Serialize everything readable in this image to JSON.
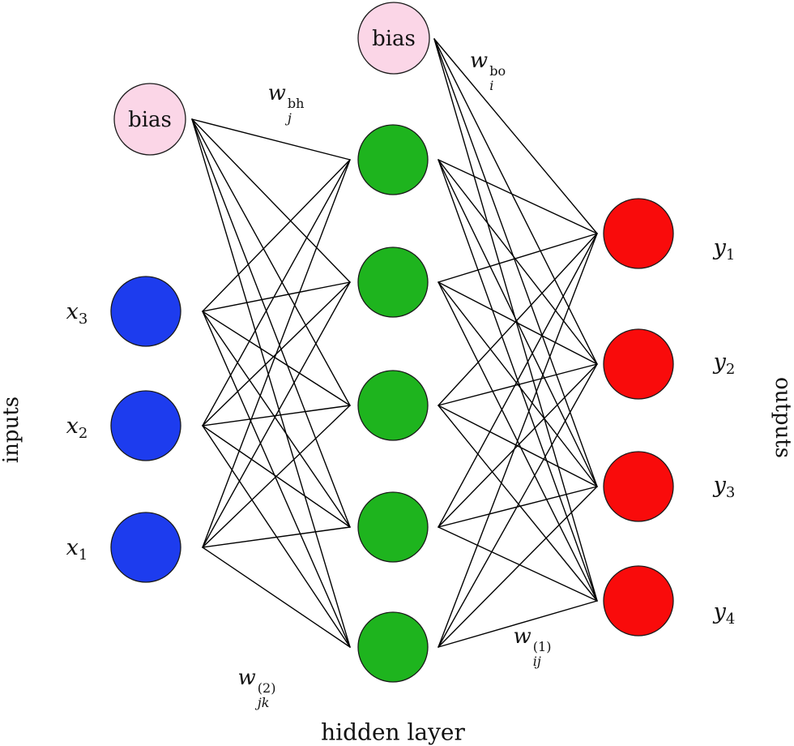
{
  "network": {
    "axis_labels": {
      "left": "inputs",
      "right": "outputs",
      "bottom": "hidden layer"
    },
    "bias_label": "bias",
    "colors": {
      "input_node": "#1d3cee",
      "hidden_node": "#1eb41e",
      "output_node": "#f90b0b",
      "bias_node": "#fbd6e7",
      "edge": "#000000",
      "node_border": "#1a1a1a",
      "background": "#ffffff",
      "text": "#111111"
    },
    "input_nodes": [
      {
        "base": "x",
        "sub": "3"
      },
      {
        "base": "x",
        "sub": "2"
      },
      {
        "base": "x",
        "sub": "1"
      }
    ],
    "hidden_nodes_count": 5,
    "output_nodes": [
      {
        "base": "y",
        "sub": "1"
      },
      {
        "base": "y",
        "sub": "2"
      },
      {
        "base": "y",
        "sub": "3"
      },
      {
        "base": "y",
        "sub": "4"
      }
    ],
    "weight_labels": {
      "bias_hidden": {
        "base": "w",
        "sup": "bh",
        "sub": "j"
      },
      "bias_output": {
        "base": "w",
        "sup": "bo",
        "sub": "i"
      },
      "input_hidden": {
        "base": "w",
        "sup": "(2)",
        "sub": "jk"
      },
      "hidden_output": {
        "base": "w",
        "sup": "(1)",
        "sub": "ij"
      }
    },
    "connectivity": "fully-connected: inputs+bias to hidden, hidden+bias to outputs"
  }
}
